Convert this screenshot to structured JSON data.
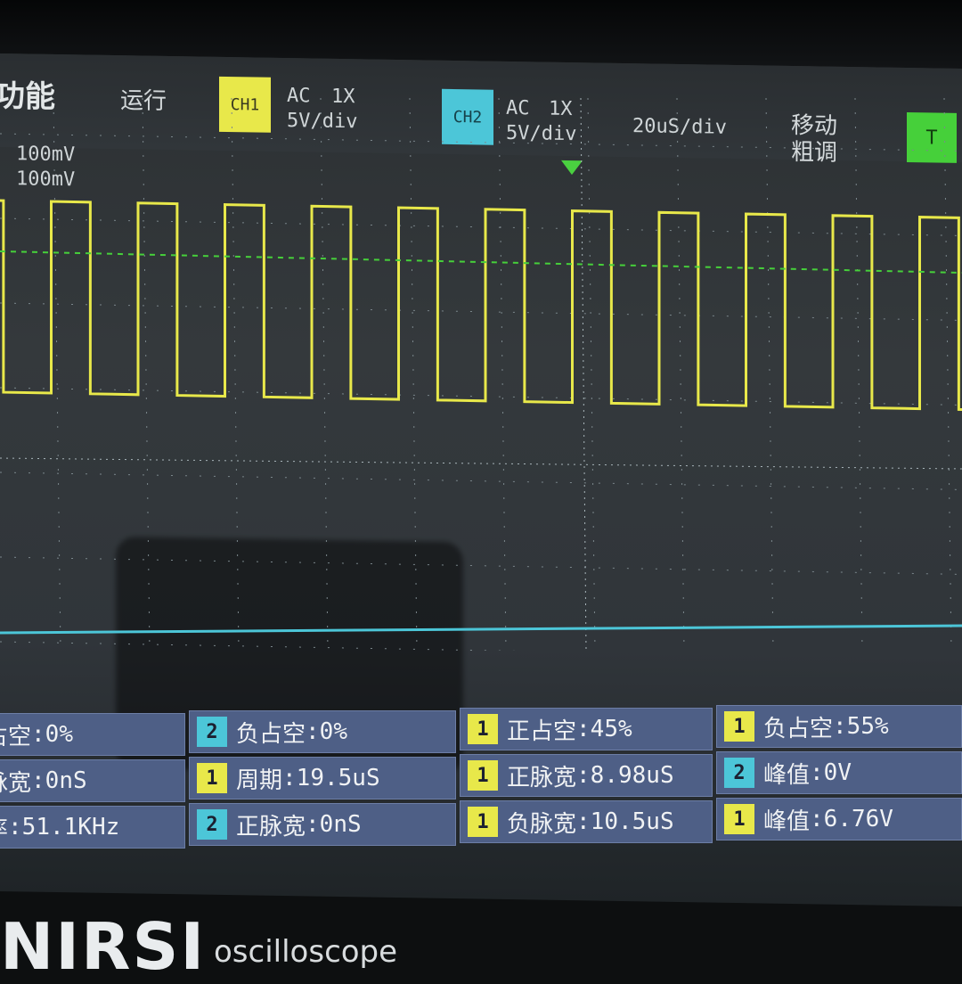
{
  "status_bar": {
    "menu_function": "功能",
    "run_state": "运行",
    "ch1": {
      "label": "CH1",
      "coupling": "AC",
      "probe": "1X",
      "scale": "5V/div",
      "color": "#e8e84a"
    },
    "ch2": {
      "label": "CH2",
      "coupling": "AC",
      "probe": "1X",
      "scale": "5V/div",
      "color": "#4cc6d8"
    },
    "timebase": "20uS/div",
    "move_line1": "移动",
    "move_line2": "粗调",
    "trigger_label": "T",
    "trigger_color": "#46d03a",
    "offset_ch1": "100mV",
    "offset_ch2": "100mV"
  },
  "measurements": [
    [
      {
        "ch": "",
        "label": "占空",
        "value": "0%"
      },
      {
        "ch": "2",
        "label": "负占空",
        "value": "0%"
      },
      {
        "ch": "1",
        "label": "正占空",
        "value": "45%"
      },
      {
        "ch": "1",
        "label": "负占空",
        "value": "55%"
      }
    ],
    [
      {
        "ch": "",
        "label": "脉宽",
        "value": "0nS"
      },
      {
        "ch": "1",
        "label": "周期",
        "value": "19.5uS"
      },
      {
        "ch": "1",
        "label": "正脉宽",
        "value": "8.98uS"
      },
      {
        "ch": "2",
        "label": "峰值",
        "value": "0V"
      }
    ],
    [
      {
        "ch": "",
        "label": "率",
        "value": "51.1KHz"
      },
      {
        "ch": "2",
        "label": "正脉宽",
        "value": "0nS"
      },
      {
        "ch": "1",
        "label": "负脉宽",
        "value": "10.5uS"
      },
      {
        "ch": "1",
        "label": "峰值",
        "value": "6.76V"
      }
    ]
  ],
  "brand": {
    "logo": "NIRSI",
    "subtitle": "oscilloscope"
  },
  "chart_data": {
    "type": "line",
    "series": [
      {
        "name": "CH1",
        "color": "#e8e84a",
        "waveform": "square",
        "period_us": 19.5,
        "duty": 0.45,
        "high_v": 3.4,
        "low_v": -3.4
      },
      {
        "name": "CH2",
        "color": "#4cc6d8",
        "waveform": "flat",
        "value_v": 0
      }
    ],
    "time_per_div_us": 20,
    "grid": true
  }
}
